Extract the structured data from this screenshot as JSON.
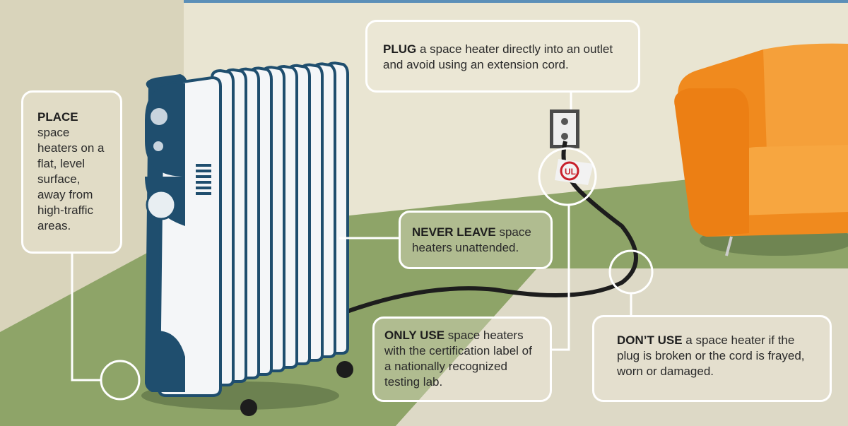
{
  "callouts": {
    "place": {
      "bold": "PLACE",
      "text": "space heaters on a flat, level surface, away from high-traffic areas."
    },
    "plug": {
      "bold": "PLUG",
      "text": "a space heater directly into an outlet and avoid using an extension cord."
    },
    "never_leave": {
      "bold": "NEVER LEAVE",
      "text": "space heaters unattended."
    },
    "only_use": {
      "bold": "ONLY USE",
      "text": "space heaters with the certification label of a nationally recognized testing lab."
    },
    "dont_use": {
      "bold": "DON’T USE",
      "text": "a space heater if the plug is broken or the cord is frayed, worn or damaged."
    }
  },
  "label_logo": "UL",
  "colors": {
    "wall": "#e9e5d2",
    "floor_green": "#8ea468",
    "floor_light": "#ddd9c6",
    "heater_blue": "#1f4e6e",
    "sofa": "#f08a1e"
  }
}
